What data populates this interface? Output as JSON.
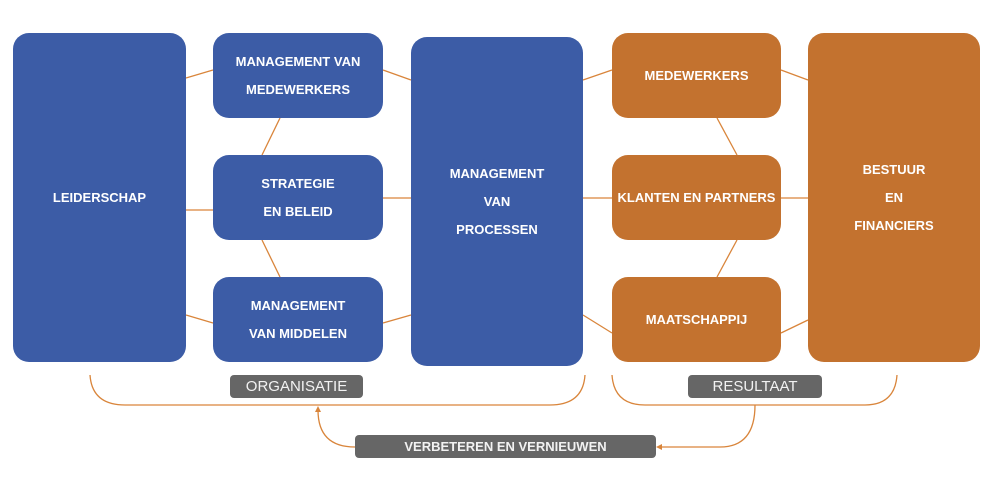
{
  "colors": {
    "enabler_box": "#3c5ca6",
    "result_box": "#c3722f",
    "connector": "#d9853b",
    "label_tag": "#666666",
    "text": "#ffffff"
  },
  "enablers": {
    "leiderschap": {
      "lines": [
        "LEIDERSCHAP"
      ]
    },
    "management_medewerkers": {
      "lines": [
        "MANAGEMENT VAN",
        "MEDEWERKERS"
      ]
    },
    "strategie_beleid": {
      "lines": [
        "STRATEGIE",
        "EN BELEID"
      ]
    },
    "management_middelen": {
      "lines": [
        "MANAGEMENT",
        "VAN MIDDELEN"
      ]
    },
    "management_processen": {
      "lines": [
        "MANAGEMENT",
        "VAN",
        "PROCESSEN"
      ]
    }
  },
  "results": {
    "medewerkers": {
      "lines": [
        "MEDEWERKERS"
      ]
    },
    "klanten_partners": {
      "lines": [
        "KLANTEN EN PARTNERS"
      ]
    },
    "maatschappij": {
      "lines": [
        "MAATSCHAPPIJ"
      ]
    },
    "bestuur_financiers": {
      "lines": [
        "BESTUUR",
        "EN",
        "FINANCIERS"
      ]
    }
  },
  "groups": {
    "organisatie": "ORGANISATIE",
    "resultaat": "RESULTAAT"
  },
  "feedback": {
    "label": "VERBETEREN EN VERNIEUWEN"
  }
}
